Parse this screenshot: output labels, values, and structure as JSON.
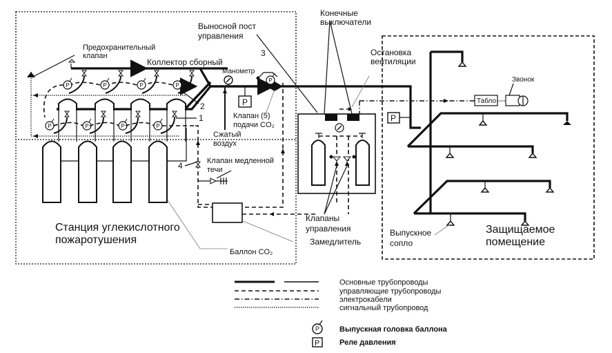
{
  "diagram": {
    "zones": {
      "station": "Станция углекислотного пожаротушения",
      "protected_room": "Защищаемое помещение"
    },
    "labels": {
      "safety_valve": "Предохранительный клапан",
      "collector": "Коллектор сборный",
      "remote_post": "Выносной пост управления",
      "manometer": "Манометр",
      "co2_valve": "Клапан (5) подачи CO₂",
      "compressed_air": "Сжатый воздух",
      "slow_leak_valve": "Клапан медленной течи",
      "limit_switches": "Конечные выключатели",
      "ventilation_stop": "Остановка вентиляции",
      "control_valves": "Клапаны управления",
      "retarder": "Замедлитель",
      "co2_cylinder": "Баллон CO₂",
      "discharge_nozzle": "Выпускное сопло",
      "bell": "Звонок",
      "panel": "Табло",
      "relay_symbol": "P",
      "head_symbol": "P"
    },
    "numbers": {
      "n1": "1",
      "n2": "2",
      "n3": "3",
      "n4": "4"
    }
  },
  "legend": {
    "items": [
      {
        "label": "Основные трубопроводы",
        "style": "solid-thick-and-thin"
      },
      {
        "label": "управляющие трубопроводы",
        "style": "dashed"
      },
      {
        "label": "электрокабели",
        "style": "dash-dot"
      },
      {
        "label": "сигнальный трубопровод",
        "style": "dotted"
      },
      {
        "label": "Выпускная головка баллона",
        "symbol": "circle-P"
      },
      {
        "label": "Реле давления",
        "symbol": "square-P"
      }
    ]
  }
}
